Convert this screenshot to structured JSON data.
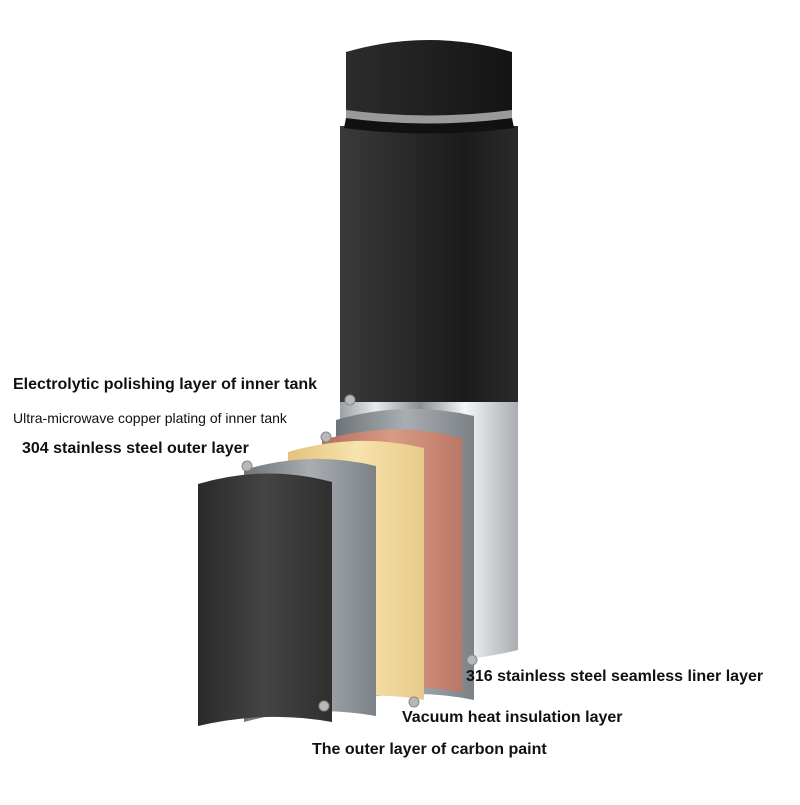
{
  "diagram": {
    "labels": {
      "electrolytic": "Electrolytic polishing layer of inner tank",
      "copper": "Ultra-microwave copper plating of inner tank",
      "steel_304": "304 stainless steel outer layer",
      "steel_316": "316 stainless steel seamless liner layer",
      "vacuum": "Vacuum heat insulation layer",
      "carbon": "The outer layer of carbon paint"
    },
    "colors": {
      "bottle_black": "#2b2b2b",
      "cap_black": "#1e1e1e",
      "chrome": "#cfd2d6",
      "carbon_layer": "#3a3a3a",
      "steel_layer": "#8e9398",
      "vacuum_layer": "#f2d89a",
      "copper_layer": "#c98470",
      "marker": "#b8b8b8"
    }
  }
}
